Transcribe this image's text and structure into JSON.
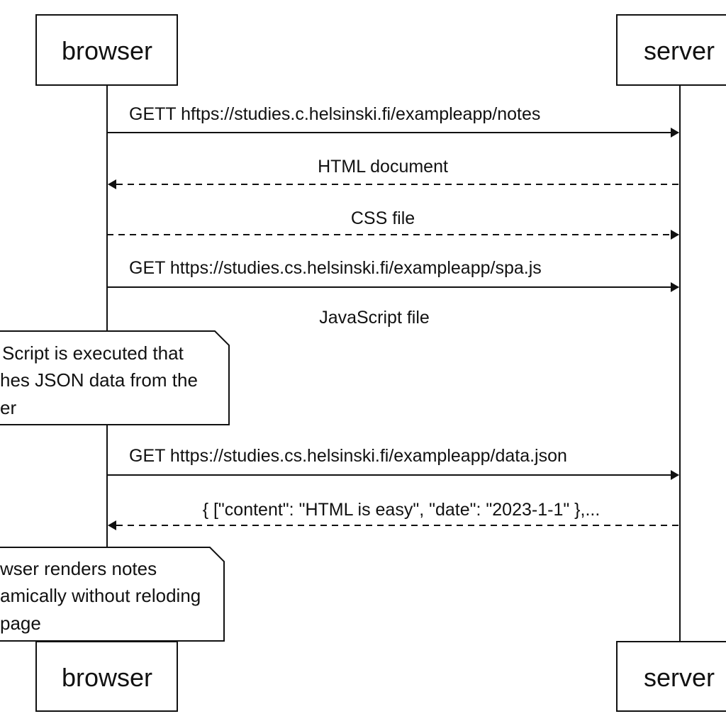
{
  "participants": {
    "browser": "browser",
    "server": "server"
  },
  "messages": [
    {
      "label": "GETT hftps://studies.c.helsinski.fi/exampleapp/notes",
      "direction": "to-server",
      "style": "solid"
    },
    {
      "label": "HTML document",
      "direction": "to-browser",
      "style": "dashed"
    },
    {
      "label": "CSS file",
      "direction": "to-server",
      "style": "dashed"
    },
    {
      "label": "GET https://studies.cs.helsinski.fi/exampleapp/spa.js",
      "direction": "to-server",
      "style": "solid"
    },
    {
      "label": "JavaScript file",
      "direction": "none",
      "style": "none"
    },
    {
      "label": "GET https://studies.cs.helsinski.fi/exampleapp/data.json",
      "direction": "to-server",
      "style": "solid"
    },
    {
      "label": "{ [\"content\": \"HTML is easy\", \"date\": \"2023-1-1\" },...",
      "direction": "to-browser",
      "style": "dashed"
    }
  ],
  "notes": [
    {
      "lines": [
        "Script is executed that",
        "hes JSON data from the",
        "er"
      ]
    },
    {
      "lines": [
        "wser renders notes",
        "amically without reloding",
        "page"
      ]
    }
  ]
}
